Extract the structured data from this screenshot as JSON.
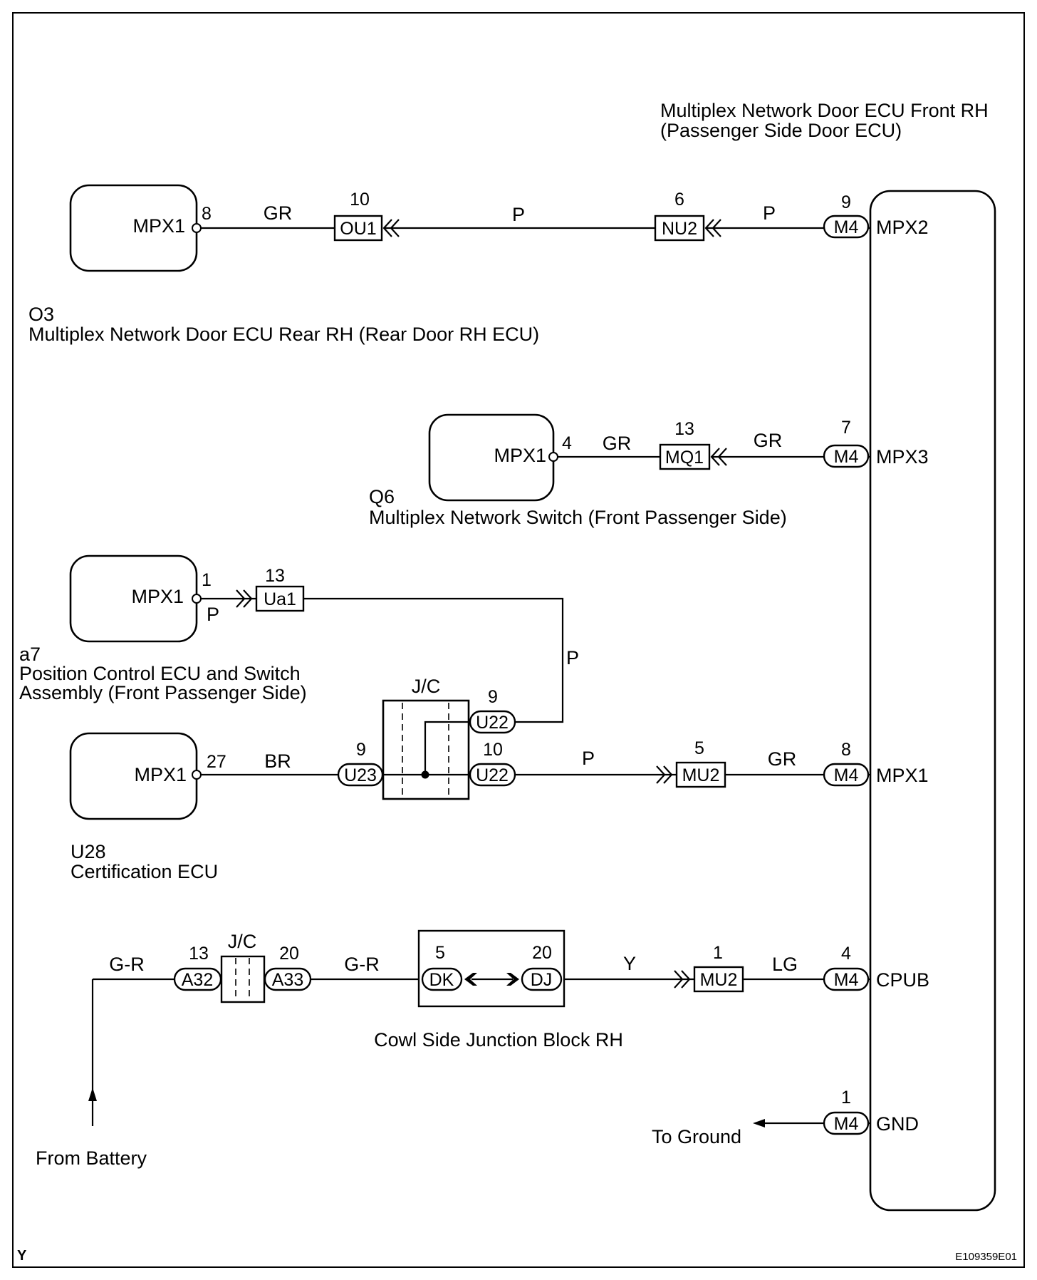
{
  "corner_label": "Y",
  "figure_id": "E109359E01",
  "ecu_front_rh": {
    "title_line1": "Multiplex Network Door ECU Front RH",
    "title_line2": "(Passenger Side Door ECU)",
    "terminals": [
      {
        "name": "MPX2",
        "connector": "M4",
        "pin": "9"
      },
      {
        "name": "MPX3",
        "connector": "M4",
        "pin": "7"
      },
      {
        "name": "MPX1",
        "connector": "M4",
        "pin": "8"
      },
      {
        "name": "CPUB",
        "connector": "M4",
        "pin": "4"
      },
      {
        "name": "GND",
        "connector": "M4",
        "pin": "1"
      }
    ]
  },
  "o3": {
    "id": "O3",
    "name": "Multiplex Network Door ECU Rear RH (Rear Door RH ECU)",
    "terminal": "MPX1",
    "pin": "8",
    "wire_a": "GR",
    "conn_ou1": {
      "label": "OU1",
      "pin": "10"
    },
    "wire_b": "P",
    "conn_nu2": {
      "label": "NU2",
      "pin": "6"
    },
    "wire_c": "P"
  },
  "q6": {
    "id": "Q6",
    "name": "Multiplex Network Switch (Front Passenger Side)",
    "terminal": "MPX1",
    "pin": "4",
    "wire_a": "GR",
    "conn_mq1": {
      "label": "MQ1",
      "pin": "13"
    },
    "wire_b": "GR"
  },
  "a7": {
    "id": "a7",
    "name_line1": "Position Control ECU and Switch",
    "name_line2": "Assembly (Front Passenger Side)",
    "terminal": "MPX1",
    "pin": "1",
    "wire_a": "P",
    "conn_ua1": {
      "label": "Ua1",
      "pin": "13"
    },
    "wire_b": "P"
  },
  "jc_mid": {
    "label": "J/C",
    "u22_top": {
      "label": "U22",
      "pin": "9"
    },
    "u22_bot": {
      "label": "U22",
      "pin": "10"
    },
    "u23": {
      "label": "U23",
      "pin": "9"
    }
  },
  "u28": {
    "id": "U28",
    "name": "Certification ECU",
    "terminal": "MPX1",
    "pin": "27",
    "wire_a": "BR",
    "wire_out": "P",
    "conn_mu2": {
      "label": "MU2",
      "pin": "5"
    },
    "wire_to_ecu": "GR"
  },
  "power": {
    "source_label": "From Battery",
    "wire_a": "G-R",
    "jc_label": "J/C",
    "a32": {
      "label": "A32",
      "pin": "13"
    },
    "a33": {
      "label": "A33",
      "pin": "20"
    },
    "wire_b": "G-R",
    "cowl_block": {
      "label": "Cowl Side Junction Block RH",
      "dk": {
        "label": "DK",
        "pin": "5"
      },
      "dj": {
        "label": "DJ",
        "pin": "20"
      }
    },
    "wire_c": "Y",
    "conn_mu2": {
      "label": "MU2",
      "pin": "1"
    },
    "wire_d": "LG"
  },
  "ground": {
    "label": "To Ground"
  }
}
